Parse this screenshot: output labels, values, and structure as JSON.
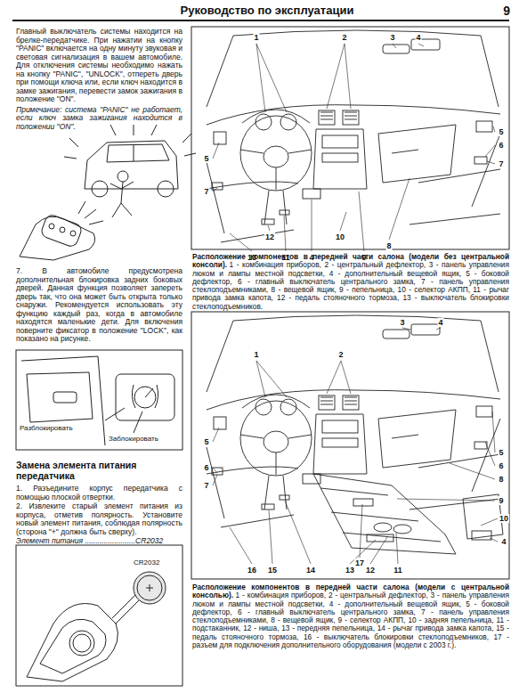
{
  "diagram": {
    "title": "Руководство по эксплуатации",
    "labels": [
      "9",
      "Главный выключатель системы находится на брелке-передатчике. При нажатии на кнопку \"PANIC\" включается на одну минуту звуковая и световая сигнализация в вашем автомобиле. Для отключения системы необходимо нажать на кнопку \"PANIC\", \"UNLOCK\", отпереть дверь при помощи ключа или, если ключ находится в замке зажигания, перевести замок зажигания в положение \"ON\".",
      "Примечание: система \"PANIC\" не работает, если ключ замка зажигания находится в положении \"ON\".",
      "7. В автомобиле предусмотрена дополнительная блокировка задних боковых дверей. Данная функция позволяет запереть дверь так, что она может быть открыта только снаружи. Рекомендуется использовать эту функцию каждый раз, когда в автомобиле находятся маленькие дети. Для включения поверните фиксатор в положение \"LOCK\", как показано на рисунке.",
      "Разблокировать",
      "Заблокировать",
      "Замена элемента питания передатчика",
      "1. Разъедините корпус передатчика с помощью плоской отвертки.",
      "2. Извлеките старый элемент питания из корпуса, отметив полярность. Установите новый элемент питания, соблюдая полярность (сторона \"+\" должна быть сверху).",
      "Элемент питания ........................CR2032",
      "CR2032",
      "1",
      "2",
      "3",
      "4",
      "5",
      "6",
      "7",
      "5",
      "7",
      "13",
      "12",
      "11",
      "4",
      "10",
      "9",
      "8",
      "Расположение компонентов в передней части салона (модели без центральной консоли).",
      "1 - комбинация приборов, 2 - центральный дефлектор, 3 - панель управления люком и лампы местной подсветки, 4 - дополнительный вещевой ящик, 5 - боковой дефлектор, 6 - главный выключатель центрального замка, 7 - панель управления стеклоподъемниками, 8 - вещевой ящик, 9 - пепельница, 10 - селектор АКПП, 11 - рычаг привода замка капота, 12 - педаль стояночного тормоза, 13 - выключатель блокировки стеклоподъемников.",
      "1",
      "2",
      "3",
      "4",
      "5",
      "6",
      "8",
      "9",
      "10",
      "4",
      "5",
      "6",
      "7",
      "16",
      "15",
      "14",
      "13",
      "17",
      "12",
      "11",
      "Расположение компонентов в передней части салона (модели с центральной консолью).",
      "1 - комбинация приборов, 2 - центральный дефлектор, 3 - панель управления люком и лампы местной подсветки, 4 - дополнительный вещевой ящик, 5 - боковой дефлектор, 6 - главный выключатель центрального замка, 7 - панель управления стеклоподъемниками, 8 - вещевой ящик, 9 - селектор АКПП, 10 - задняя пепельница, 11 - подстаканник, 12 - ниша, 13 - передняя пепельница, 14 - рычаг привода замка капота, 15 - педаль стояночного тормоза, 16 - выключатель блокировки стеклоподъемников, 17 - разъем для подключения дополнительного оборудования (модели с 2003 г.)."
    ]
  }
}
